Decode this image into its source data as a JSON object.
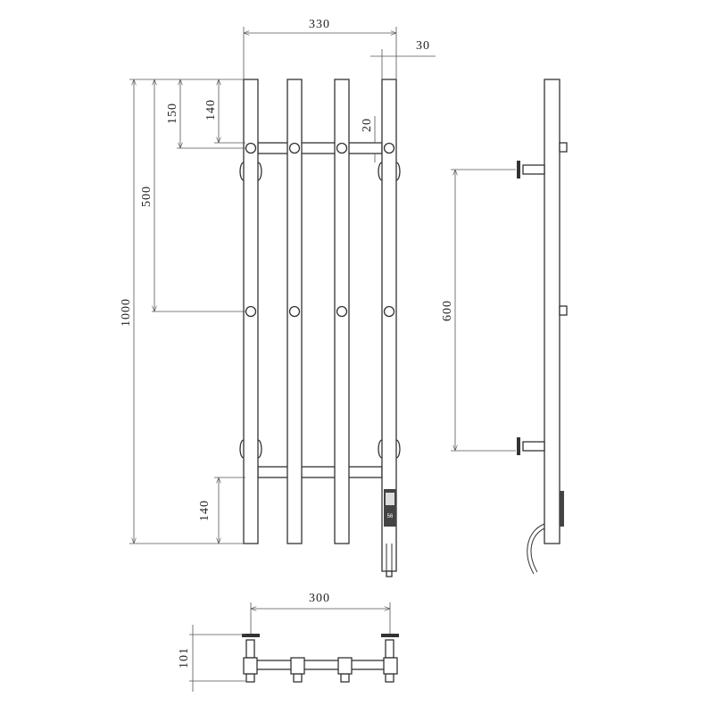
{
  "title": "Electric towel rail dimension drawing",
  "dimensions": {
    "total_width": "330",
    "bar_width": "30",
    "top_offset_150": "150",
    "top_offset_140": "140",
    "crossbar_height": "20",
    "mount_offset": "500",
    "total_height": "1000",
    "bottom_offset": "140",
    "side_mount_spacing": "600",
    "bottom_mount_spacing": "300",
    "depth": "101"
  },
  "control_unit": {
    "label": "56"
  },
  "colors": {
    "line": "#333333",
    "background": "#ffffff"
  }
}
